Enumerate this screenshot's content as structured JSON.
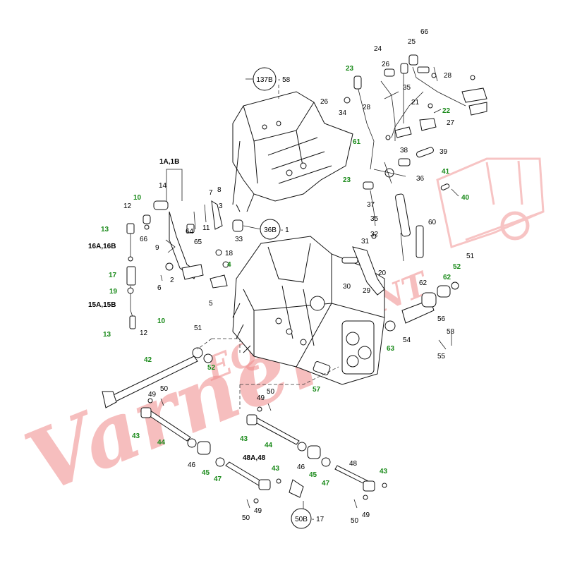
{
  "refs": {
    "r137": "137B",
    "r137_suffix": "- 58",
    "r36": "36B",
    "r36_suffix": "- 1",
    "r50": "50B",
    "r50_suffix": "- 17"
  },
  "watermark": {
    "script": "Varner",
    "block": "EQUIPMENT"
  },
  "labels": {
    "l66a": "66",
    "l25": "25",
    "l24": "24",
    "l26a": "26",
    "l28a": "28",
    "l23a": "23",
    "l35a": "35",
    "l26b": "26",
    "l34": "34",
    "l28b": "28",
    "l21": "21",
    "l22": "22",
    "l27": "27",
    "l61": "61",
    "l38": "38",
    "l39": "39",
    "l23b": "23",
    "l36": "36",
    "l41": "41",
    "l40": "40",
    "l37": "37",
    "l35b": "35",
    "l60": "60",
    "l1a1b": "1A,1B",
    "l14": "14",
    "l10a": "10",
    "l12a": "12",
    "l7": "7",
    "l8": "8",
    "l13a": "13",
    "l66b": "66",
    "l64": "64",
    "l11": "11",
    "l3": "3",
    "l33": "33",
    "l32": "32",
    "l31": "31",
    "l16ab": "16A,16B",
    "l9": "9",
    "l65": "65",
    "l18": "18",
    "l4": "4",
    "l17": "17",
    "l2": "2",
    "l6": "6",
    "l5": "5",
    "l19": "19",
    "l15ab": "15A,15B",
    "l10b": "10",
    "l13b": "13",
    "l12b": "12",
    "l30": "30",
    "l29": "29",
    "l20": "20",
    "l51a": "51",
    "l62": "62",
    "l52a": "52",
    "l56": "56",
    "l63": "63",
    "l54": "54",
    "l58": "58",
    "l55": "55",
    "l51b": "51",
    "l42": "42",
    "l52b": "52",
    "l57": "57",
    "l49a": "49",
    "l50a": "50",
    "l49b": "49",
    "l50b": "50",
    "l43a": "43",
    "l44a": "44",
    "l43b": "43",
    "l44b": "44",
    "l46a": "46",
    "l45a": "45",
    "l47a": "47",
    "l48a48": "48A,48",
    "l43c": "43",
    "l46b": "46",
    "l45b": "45",
    "l47b": "47",
    "l48": "48",
    "l43d": "43",
    "l50c": "50",
    "l49c": "49",
    "l50d": "50",
    "l49d": "49"
  }
}
